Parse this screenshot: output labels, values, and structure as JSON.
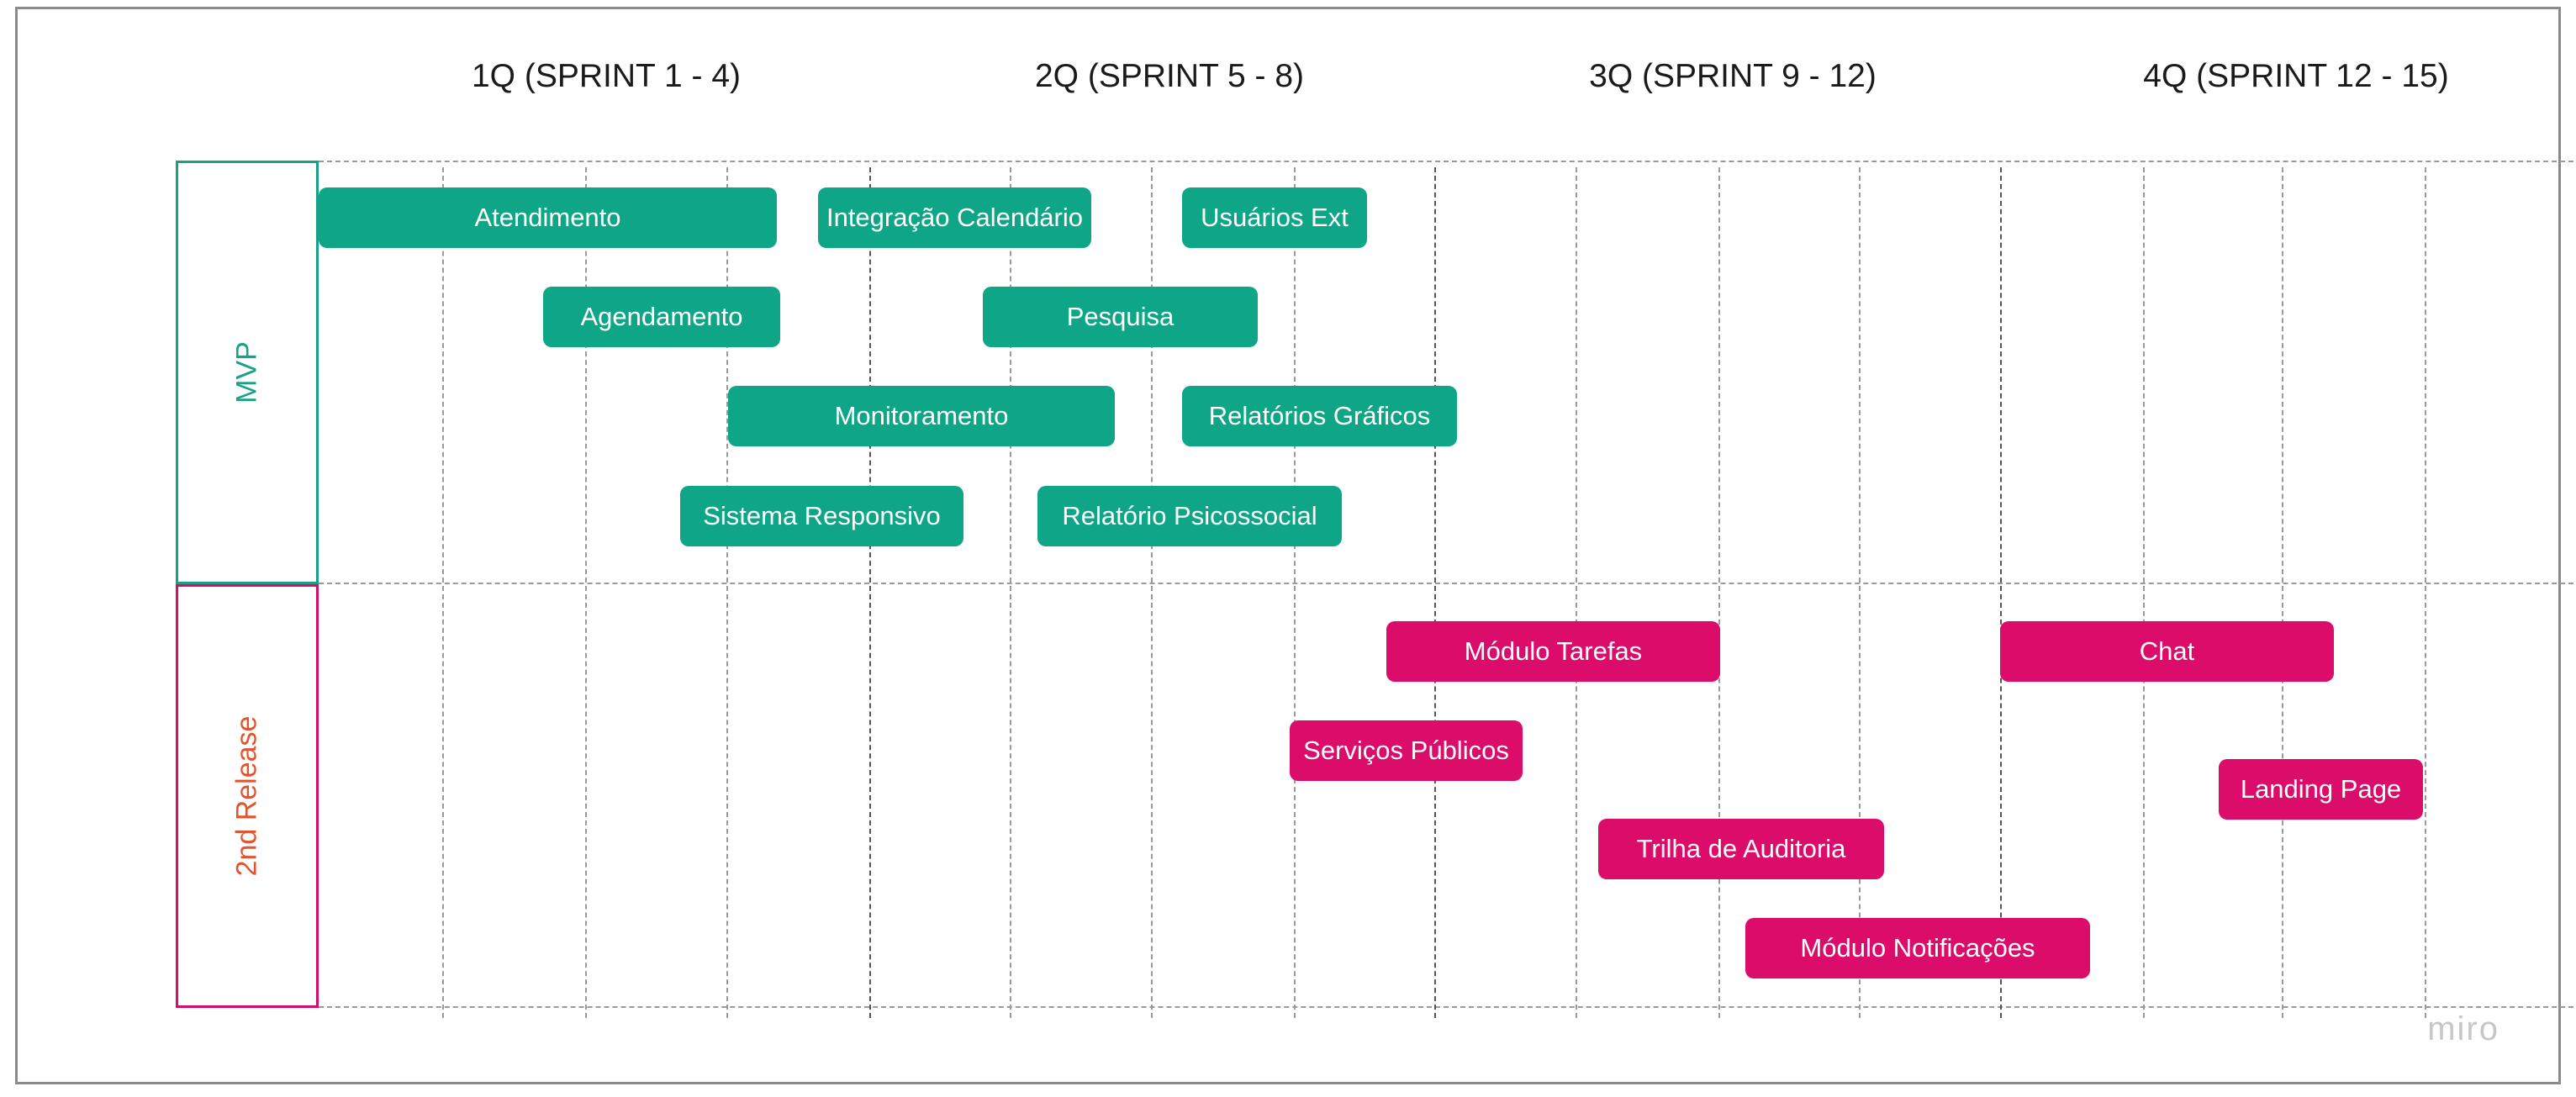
{
  "quarters": [
    "1Q (SPRINT 1 - 4)",
    "2Q (SPRINT 5 - 8)",
    "3Q (SPRINT 9 - 12)",
    "4Q (SPRINT 12 - 15)"
  ],
  "lanes": [
    {
      "label": "MVP",
      "border_color": "#1ba088",
      "text_color": "#1ba088"
    },
    {
      "label": "2nd Release",
      "border_color": "#d0106b",
      "text_color": "#e0552f"
    }
  ],
  "mvp_items": [
    "Atendimento",
    "Integração Calendário",
    "Usuários Ext",
    "Agendamento",
    "Pesquisa",
    "Monitoramento",
    "Relatórios Gráficos",
    "Sistema Responsivo",
    "Relatório Psicossocial"
  ],
  "release2_items": [
    "Módulo Tarefas",
    "Chat",
    "Serviços Públicos",
    "Landing Page",
    "Trilha de Auditoria",
    "Módulo Notificações"
  ],
  "colors": {
    "mvp_card": "#0fa688",
    "release2_card": "#dc0c6a"
  },
  "logo": "miro"
}
